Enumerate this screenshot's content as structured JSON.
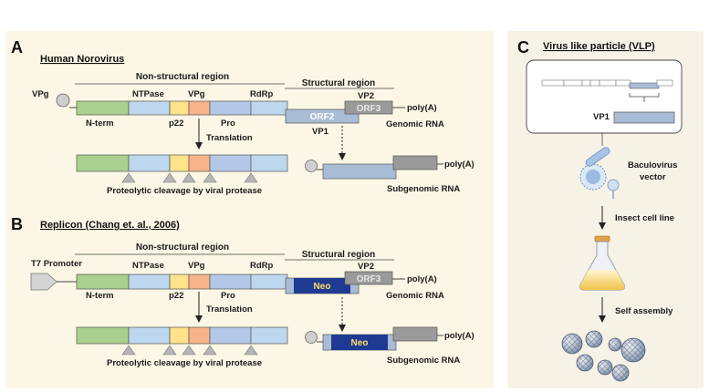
{
  "colors": {
    "panel_bg": "#fbf6e5",
    "panel_c_bg": "#f6f2e6",
    "nterm": "#a9d08e",
    "ntpase": "#bdd7ee",
    "p22": "#ffe28a",
    "vpg": "#f7b38a",
    "pro": "#b4c7e7",
    "rdrp": "#bdd7ee",
    "orf2": "#a9bcd6",
    "orf3": "#9a9a9a",
    "neo": "#1f3a93",
    "neo_text": "#ffe066",
    "sphere": "#c8c8c8",
    "triangle": "#b5b5b5"
  },
  "icons": {
    "vpg_cap": "circle",
    "cleavage_site": "triangle",
    "t7_promoter": "arrow-pentagon",
    "baculovirus": "rod-virus",
    "flask": "erlenmeyer-flask",
    "vlp": "icosahedral-sphere"
  },
  "panel_a": {
    "letter": "A",
    "title": "Human Norovirus",
    "nonstructural_label": "Non-structural region",
    "structural_label": "Structural region",
    "vpg_cap_label": "VPg",
    "segments_top": {
      "ntpase": "NTPase",
      "vpg": "VPg",
      "rdrp": "RdRp",
      "vp2": "VP2"
    },
    "segments_bottom": {
      "nterm": "N-term",
      "p22": "p22",
      "pro": "Pro",
      "vp1": "VP1"
    },
    "orf2": "ORF2",
    "orf3": "ORF3",
    "polya": "poly(A)",
    "polya_sub": "poly(A)",
    "genomic_rna": "Genomic RNA",
    "translation": "Translation",
    "cleavage": "Proteolytic cleavage by viral protease",
    "subgenomic_rna": "Subgenomic RNA"
  },
  "panel_b": {
    "letter": "B",
    "title": "Replicon (Chang et. al., 2006)",
    "nonstructural_label": "Non-structural region",
    "structural_label": "Structural region",
    "t7_label": "T7 Promoter",
    "segments_top": {
      "ntpase": "NTPase",
      "vpg": "VPg",
      "rdrp": "RdRp",
      "vp2": "VP2"
    },
    "segments_bottom": {
      "nterm": "N-term",
      "p22": "p22",
      "pro": "Pro"
    },
    "neo": "Neo",
    "neo_sub": "Neo",
    "orf3": "ORF3",
    "polya": "poly(A)",
    "polya_sub": "poly(A)",
    "genomic_rna": "Genomic RNA",
    "translation": "Translation",
    "cleavage": "Proteolytic cleavage by viral protease",
    "subgenomic_rna": "Subgenomic RNA"
  },
  "panel_c": {
    "letter": "C",
    "title": "Virus like particle (VLP)",
    "vp1": "VP1",
    "baculovirus": "Baculovirus",
    "vector": "vector",
    "insect": "Insect cell line",
    "assembly": "Self assembly"
  }
}
